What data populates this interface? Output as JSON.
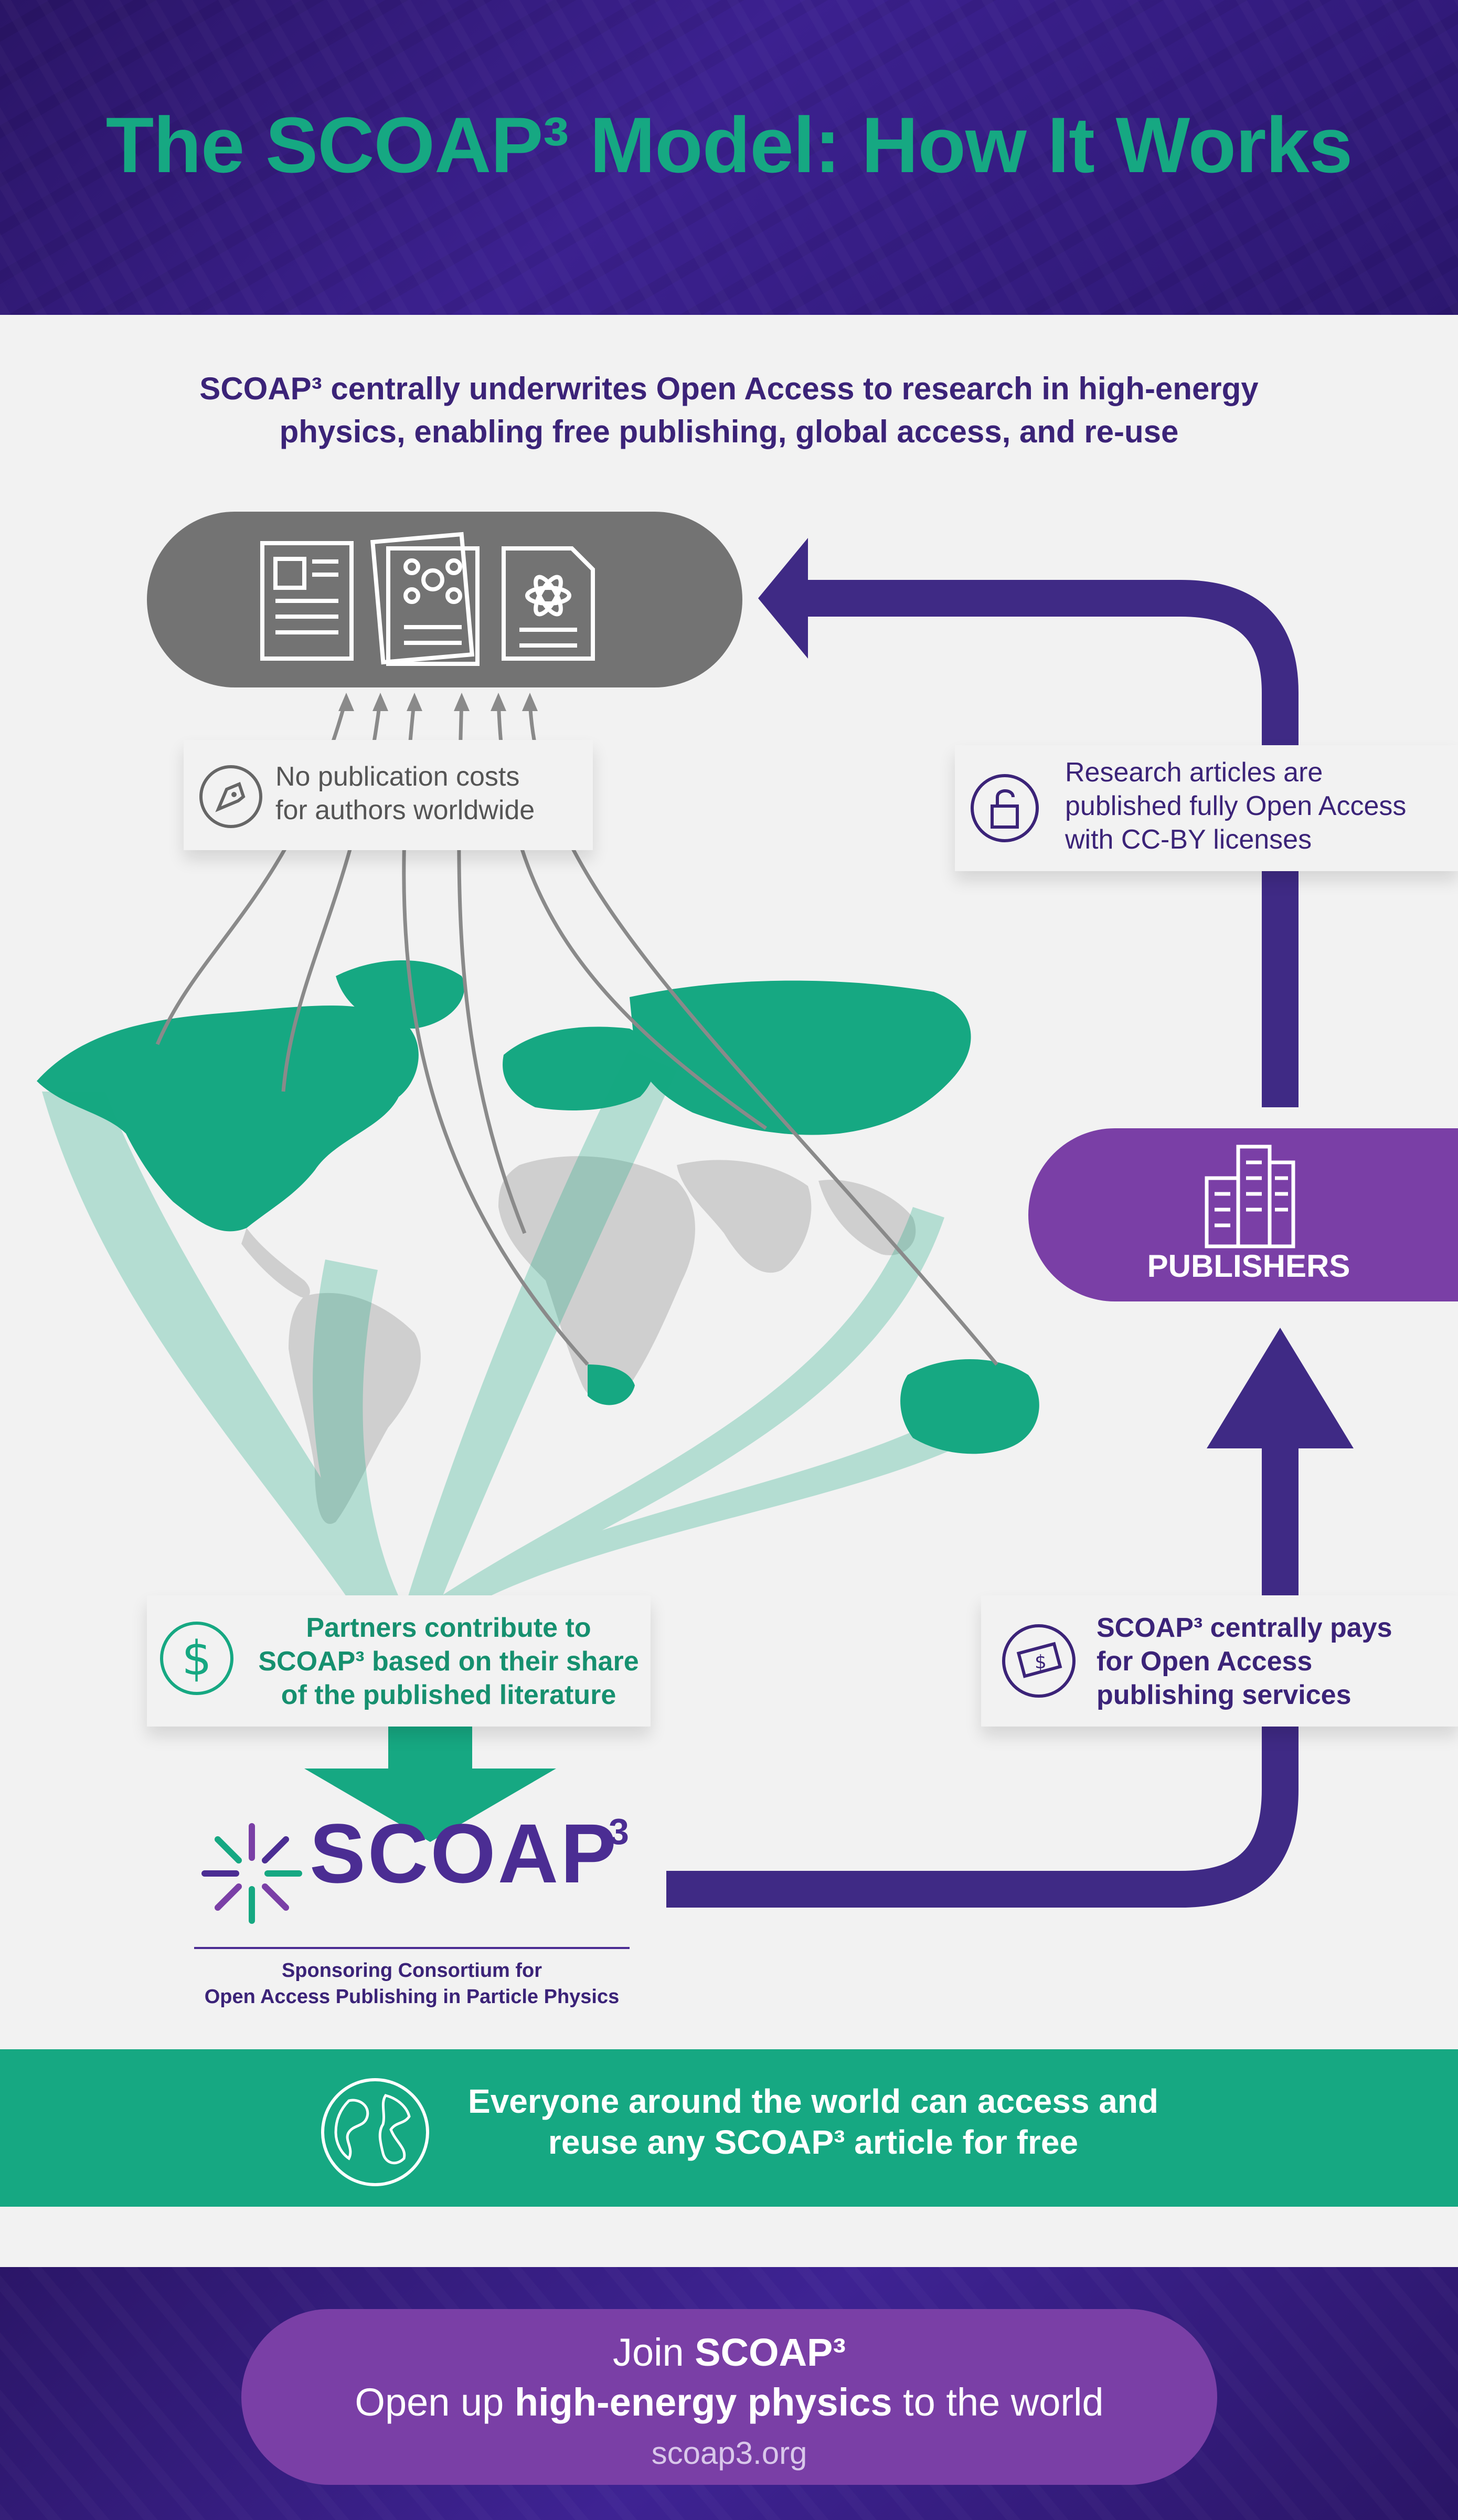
{
  "header": {
    "title": "The SCOAP³ Model: How It Works"
  },
  "intro": {
    "line1": "SCOAP³ centrally underwrites Open Access to research in high-energy",
    "line2": "physics, enabling free publishing, global access, and re-use"
  },
  "callouts": {
    "no_costs": {
      "line1": "No publication costs",
      "line2": "for authors worldwide",
      "icon": "pen-nib-icon"
    },
    "open_access": {
      "line1": "Research articles are",
      "line2": "published fully Open Access",
      "line3": "with CC-BY licenses",
      "icon": "unlocked-padlock-icon"
    },
    "partners": {
      "line1": "Partners contribute to",
      "line2": "SCOAP³ based on their share",
      "line3": "of the published literature",
      "icon": "dollar-coin-icon"
    },
    "pays": {
      "line1": "SCOAP³ centrally pays",
      "line2": "for Open Access",
      "line3": "publishing services",
      "icon": "money-hand-icon"
    }
  },
  "publishers": {
    "label": "PUBLISHERS",
    "icon": "office-buildings-icon"
  },
  "brand": {
    "word": "SCOAP",
    "sup": "3",
    "sub1": "Sponsoring Consortium for",
    "sub2": "Open Access Publishing in Particle Physics"
  },
  "access_band": {
    "line1": "Everyone around the world can access and",
    "line2": "reuse any SCOAP³ article for free",
    "icon": "globe-icon"
  },
  "cta": {
    "join": "Join ",
    "join_bold": "SCOAP³",
    "open": "Open up ",
    "open_bold": "high-energy physics",
    "open_end": " to the world",
    "url": "scoap3.org"
  },
  "colors": {
    "purple_dark": "#3b2378",
    "purple_arrow": "#3f2a85",
    "purple_pill": "#7a3fa6",
    "green": "#16a882",
    "gray_pill": "#737373"
  }
}
